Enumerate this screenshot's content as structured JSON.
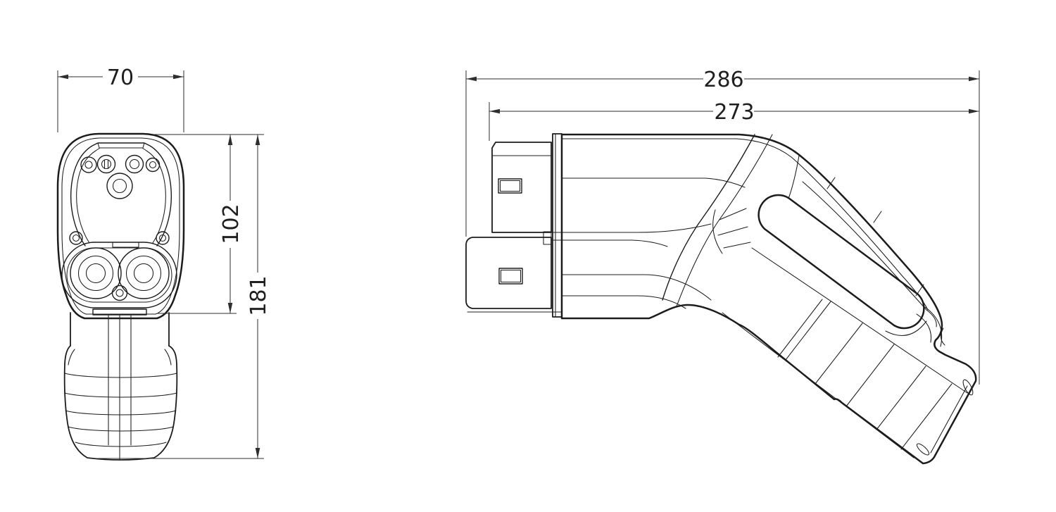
{
  "colors": {
    "background": "#ffffff",
    "line": "#1c1c1c",
    "dimension": "#2e2e2e"
  },
  "front_view": {
    "dims": {
      "width": "70",
      "face_height": "102",
      "overall_height": "181"
    }
  },
  "side_view": {
    "dims": {
      "overall_length": "286",
      "body_length": "273"
    }
  }
}
